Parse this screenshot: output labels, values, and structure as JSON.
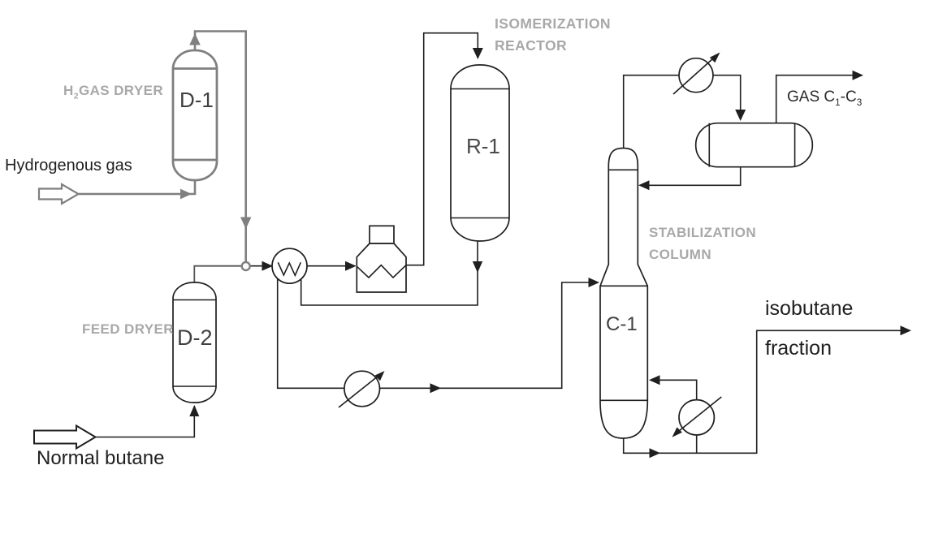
{
  "colors": {
    "pipe_black": "#1f1f1f",
    "pipe_gray": "#7f7f7f",
    "equipment_label_gray": "#a8a8a8",
    "equipment_tag_dark": "#404040",
    "stream_text_black": "#1f1f1f",
    "background": "#ffffff"
  },
  "equipment_labels": {
    "h2_gas_dryer": {
      "pre": "H",
      "sub": "2",
      "post": "GAS DRYER"
    },
    "feed_dryer": "FEED DRYER",
    "isomerization_reactor": {
      "line1": "ISOMERIZATION",
      "line2": "REACTOR"
    },
    "stabilization_column": {
      "line1": "STABILIZATION",
      "line2": "COLUMN"
    }
  },
  "equipment_tags": {
    "dryer1": "D-1",
    "dryer2": "D-2",
    "reactor": "R-1",
    "column": "C-1"
  },
  "stream_labels": {
    "hydrogenous_gas": "Hydrogenous gas",
    "normal_butane": "Normal butane",
    "gas_c1_c3": {
      "pre": "GAS C",
      "sub1": "1",
      "mid": "-C",
      "sub2": "3"
    },
    "isobutane": {
      "line1": "isobutane",
      "line2": "fraction"
    }
  }
}
